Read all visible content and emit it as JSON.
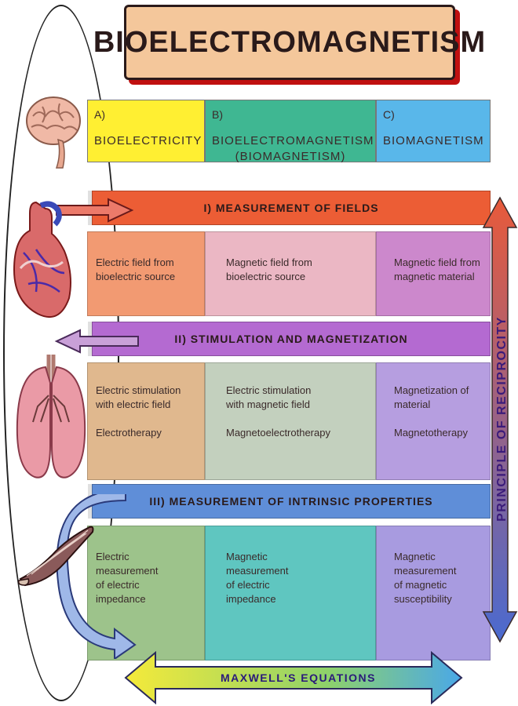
{
  "title": "BIOELECTROMAGNETISM",
  "columns": [
    {
      "letter": "A)",
      "name": "BIOELECTRICITY",
      "color": "#ffef32"
    },
    {
      "letter": "B)",
      "name": "BIOELECTROMAGNETISM",
      "name2": "(BIOMAGNETISM)",
      "color": "#3fb792"
    },
    {
      "letter": "C)",
      "name": "BIOMAGNETISM",
      "color": "#59b7ea"
    }
  ],
  "sections": [
    {
      "label": "I) MEASUREMENT OF FIELDS",
      "color": "#ec5d35",
      "cells": [
        {
          "line1": "Electric field from",
          "line2": "bioelectric source"
        },
        {
          "line1": "Magnetic field from",
          "line2": "bioelectric source"
        },
        {
          "line1": "Magnetic field from",
          "line2": "magnetic material"
        }
      ]
    },
    {
      "label": "II) STIMULATION AND MAGNETIZATION",
      "color": "#b46ad1",
      "cells": [
        {
          "line1": "Electric stimulation",
          "line2": "with electric field",
          "line3": "Electrotherapy"
        },
        {
          "line1": "Electric stimulation",
          "line2": "with magnetic field",
          "line3": "Magnetoelectrotherapy"
        },
        {
          "line1": "Magnetization of",
          "line2": "material",
          "line3": "Magnetotherapy"
        }
      ]
    },
    {
      "label": "III) MEASUREMENT OF INTRINSIC PROPERTIES",
      "color": "#5f8ed8",
      "cells": [
        {
          "line1": "Electric",
          "line2": "measurement",
          "line3": "of electric",
          "line4": "impedance"
        },
        {
          "line1": "Magnetic",
          "line2": "measurement",
          "line3": "of electric",
          "line4": "impedance"
        },
        {
          "line1": "Magnetic",
          "line2": "measurement",
          "line3": "of magnetic",
          "line4": "susceptibility"
        }
      ]
    }
  ],
  "side_label": "PRINCIPLE OF RECIPROCITY",
  "bottom_label": "MAXWELL'S EQUATIONS",
  "organs": [
    "brain-icon",
    "heart-icon",
    "lungs-icon",
    "muscle-icon"
  ]
}
